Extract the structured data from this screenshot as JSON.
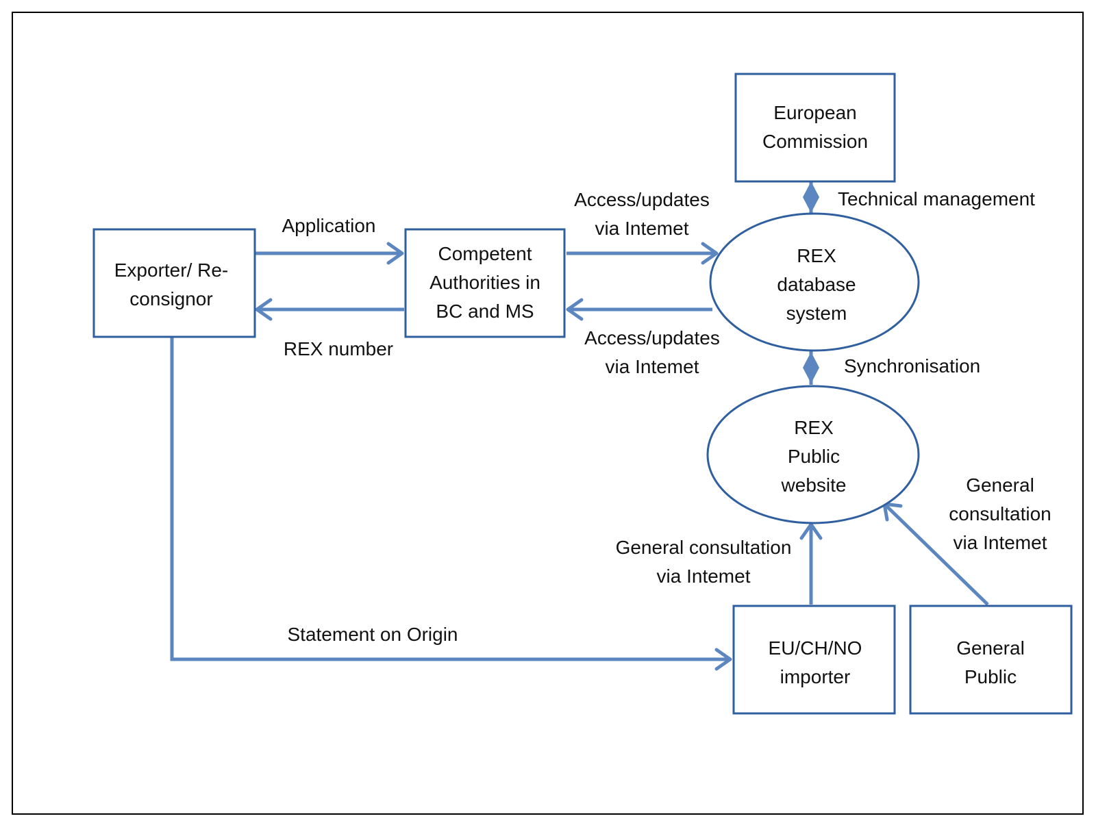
{
  "nodes": {
    "exporter": [
      "Exporter/ Re-",
      "consignor"
    ],
    "competent_authorities": [
      "Competent",
      "Authorities in",
      "BC and MS"
    ],
    "european_commission": [
      "European",
      "Commission"
    ],
    "rex_database": [
      "REX",
      "database",
      "system"
    ],
    "rex_public_website": [
      "REX",
      "Public",
      "website"
    ],
    "importer": [
      "EU/CH/NO",
      "importer"
    ],
    "general_public": [
      "General",
      "Public"
    ]
  },
  "edges": {
    "application": [
      "Application"
    ],
    "rex_number": [
      "REX number"
    ],
    "access_updates_to_db": [
      "Access/updates",
      "via Intemet"
    ],
    "access_updates_from_db": [
      "Access/updates",
      "via Intemet"
    ],
    "technical_management": [
      "Technical management"
    ],
    "synchronisation": [
      "Synchronisation"
    ],
    "importer_consultation": [
      "General consultation",
      "via Intemet"
    ],
    "public_consultation": [
      "General",
      "consultation",
      "via Intemet"
    ],
    "statement_on_origin": [
      "Statement on Origin"
    ]
  },
  "colors": {
    "box_border": "#2f5f9e",
    "connector": "#5b86c0",
    "text": "#111111"
  }
}
